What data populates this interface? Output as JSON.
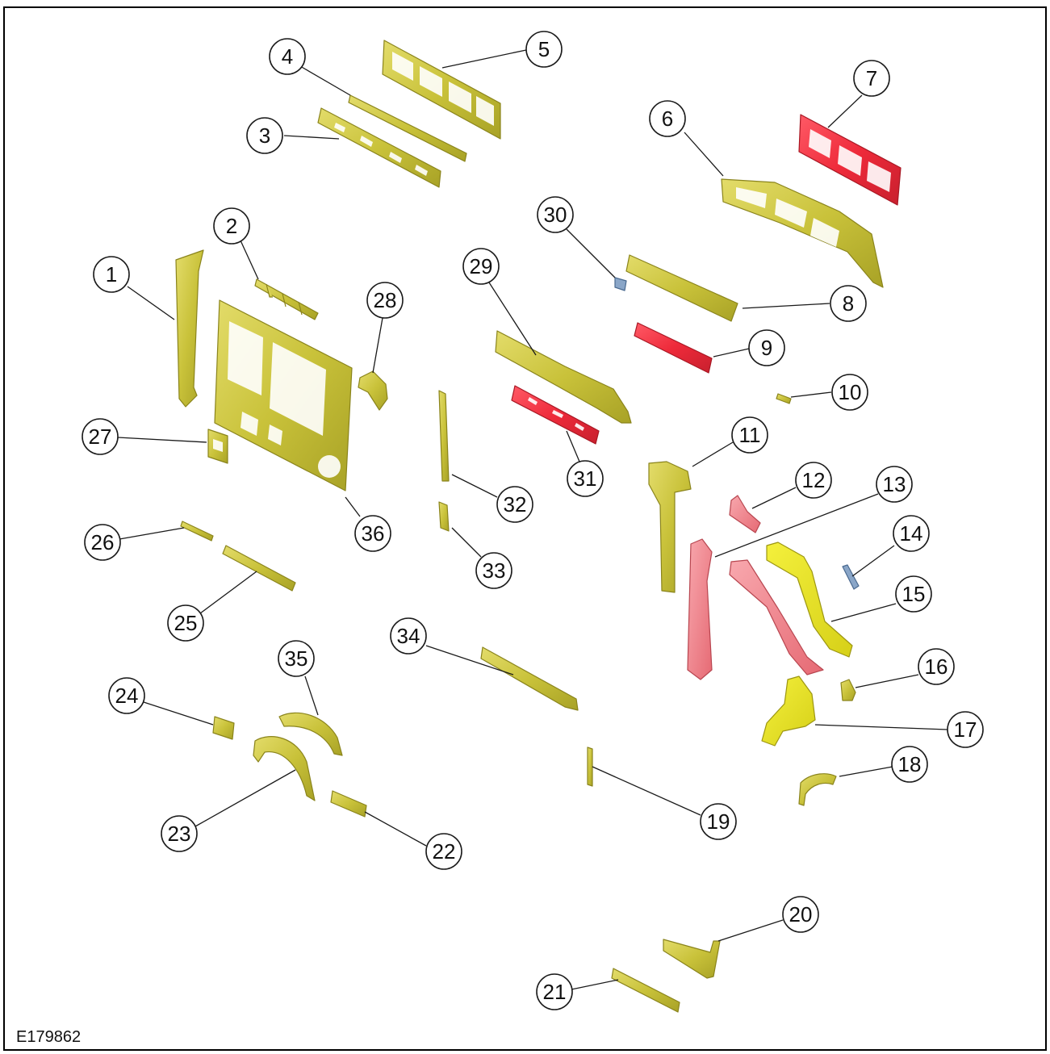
{
  "figure_id": "E179862",
  "colors": {
    "standard_part": "#c9c23a",
    "standard_part_edge": "#8a841c",
    "highlight_red": "#ee2a3a",
    "highlight_red_edge": "#a81824",
    "highlight_pink": "#f0707a",
    "highlight_pink_edge": "#b84650",
    "bright_yellow": "#e6e02a",
    "bright_yellow_edge": "#9c9612",
    "blue_part": "#8aa6c8",
    "blue_part_edge": "#4a6a90"
  },
  "callouts": [
    "1",
    "2",
    "3",
    "4",
    "5",
    "6",
    "7",
    "8",
    "9",
    "10",
    "11",
    "12",
    "13",
    "14",
    "15",
    "16",
    "17",
    "18",
    "19",
    "20",
    "21",
    "22",
    "23",
    "24",
    "25",
    "26",
    "27",
    "28",
    "29",
    "30",
    "31",
    "32",
    "33",
    "34",
    "35",
    "36"
  ]
}
